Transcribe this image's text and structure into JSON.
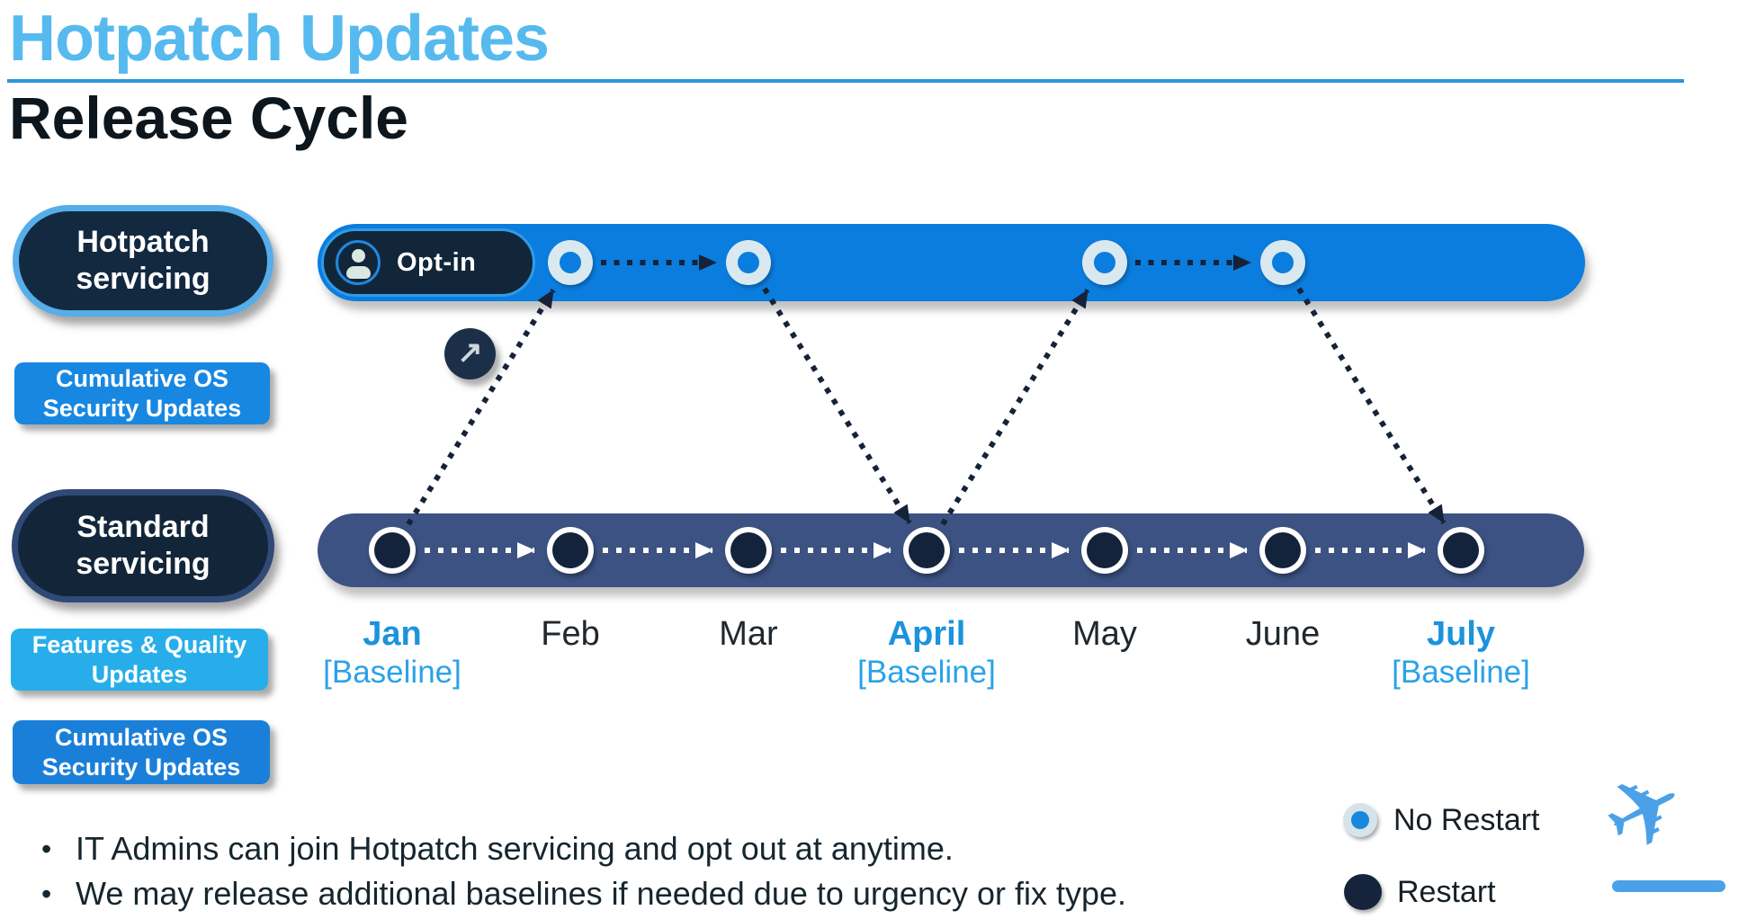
{
  "header": {
    "title": "Hotpatch Updates",
    "subtitle": "Release Cycle"
  },
  "sidebar": {
    "hotpatch_pill": "Hotpatch servicing",
    "hotpatch_updates": "Cumulative OS Security Updates",
    "standard_pill": "Standard servicing",
    "standard_updates_1": "Features & Quality Updates",
    "standard_updates_2": "Cumulative OS Security Updates"
  },
  "timeline": {
    "optin": {
      "label": "Opt-in",
      "icon": "person-icon"
    },
    "jump_icon_glyph": "↗",
    "months": [
      {
        "label": "Jan",
        "baseline": true,
        "sub": "[Baseline]",
        "hotpatch_dot": false
      },
      {
        "label": "Feb",
        "baseline": false,
        "sub": "",
        "hotpatch_dot": true
      },
      {
        "label": "Mar",
        "baseline": false,
        "sub": "",
        "hotpatch_dot": true
      },
      {
        "label": "April",
        "baseline": true,
        "sub": "[Baseline]",
        "hotpatch_dot": false
      },
      {
        "label": "May",
        "baseline": false,
        "sub": "",
        "hotpatch_dot": true
      },
      {
        "label": "June",
        "baseline": false,
        "sub": "",
        "hotpatch_dot": true
      },
      {
        "label": "July",
        "baseline": true,
        "sub": "[Baseline]",
        "hotpatch_dot": false
      }
    ],
    "connections": [
      {
        "from": "standard:Jan",
        "to": "hotpatch:Feb"
      },
      {
        "from": "hotpatch:Feb",
        "to": "hotpatch:Mar"
      },
      {
        "from": "hotpatch:Mar",
        "to": "standard:April"
      },
      {
        "from": "standard:April",
        "to": "hotpatch:May"
      },
      {
        "from": "hotpatch:May",
        "to": "hotpatch:June"
      },
      {
        "from": "hotpatch:June",
        "to": "standard:July"
      }
    ]
  },
  "legend": {
    "no_restart": "No Restart",
    "restart": "Restart",
    "plane_icon_glyph": "✈"
  },
  "notes": [
    "IT Admins can join Hotpatch servicing and opt out at anytime.",
    "We may release additional baselines if needed due to urgency or fix type."
  ],
  "colors": {
    "title_blue": "#57baef",
    "hotpatch_bar_blue": "#0b7dde",
    "standard_bar_slate": "#3b5282",
    "dark_navy": "#13233b",
    "tag_blue": "#1787e2",
    "tag_light_cyan": "#27aeea",
    "baseline_label_blue": "#2aa2e8",
    "month_baseline_blue": "#1b93dd",
    "plane_blue": "#4aa1e8"
  }
}
